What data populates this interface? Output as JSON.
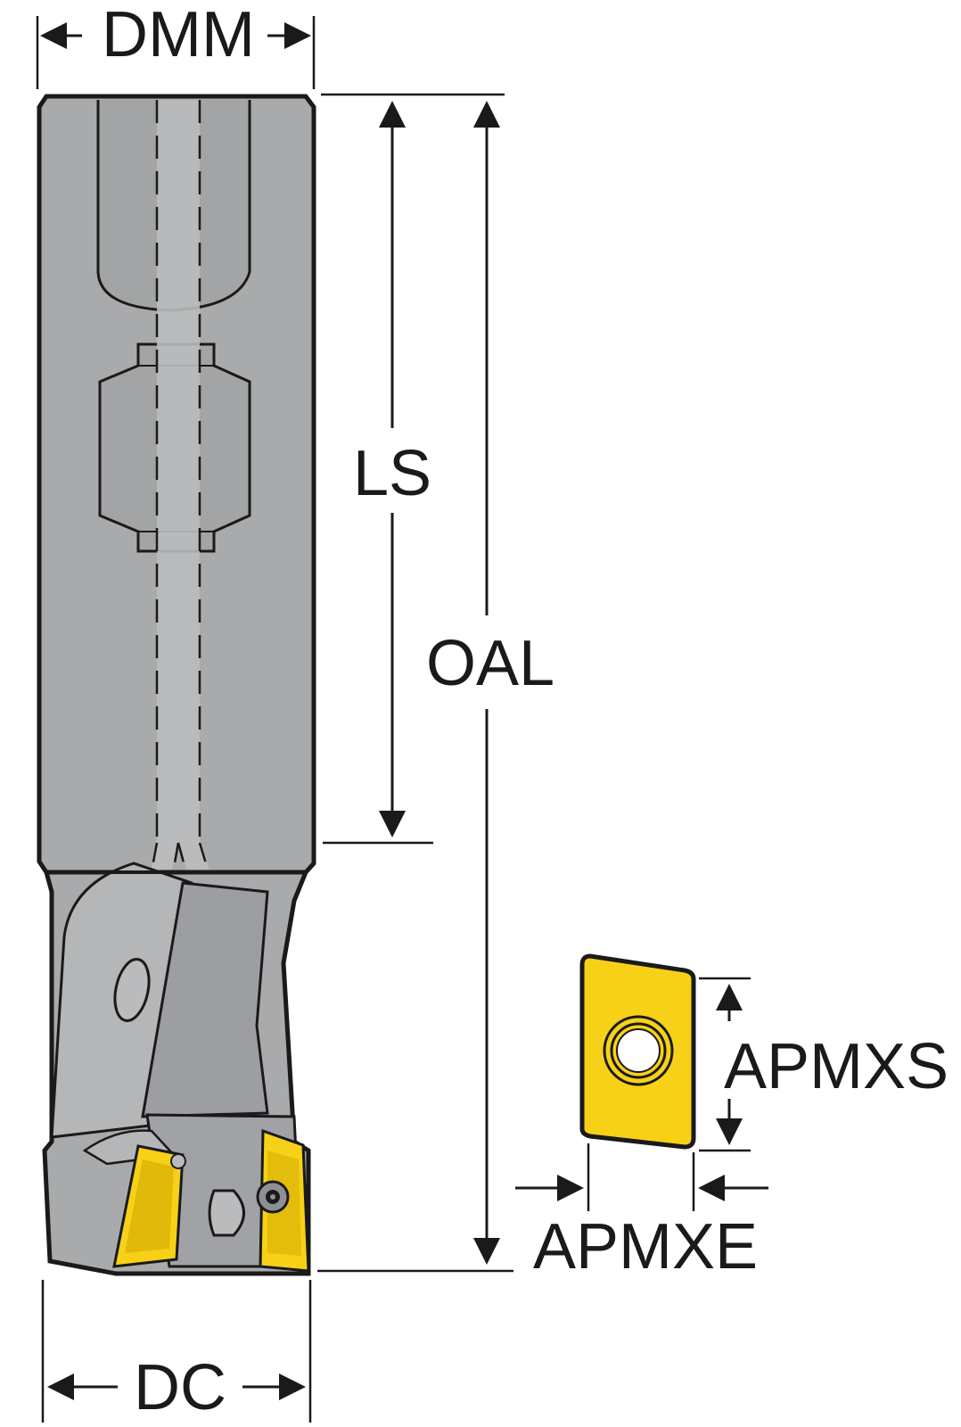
{
  "dimensions": {
    "dmm": "DMM",
    "ls": "LS",
    "oal": "OAL",
    "dc": "DC",
    "apmxs": "APMXS",
    "apmxe": "APMXE"
  },
  "colors": {
    "body": "#a8aaac",
    "body_dark": "#8e9093",
    "coolant": "#b9bbbd",
    "insert": "#f7d117",
    "insert_dark": "#c9a200",
    "line": "#1a1a1a"
  },
  "icons": {
    "arrow": "arrowhead",
    "screw": "torx-screw-icon"
  }
}
